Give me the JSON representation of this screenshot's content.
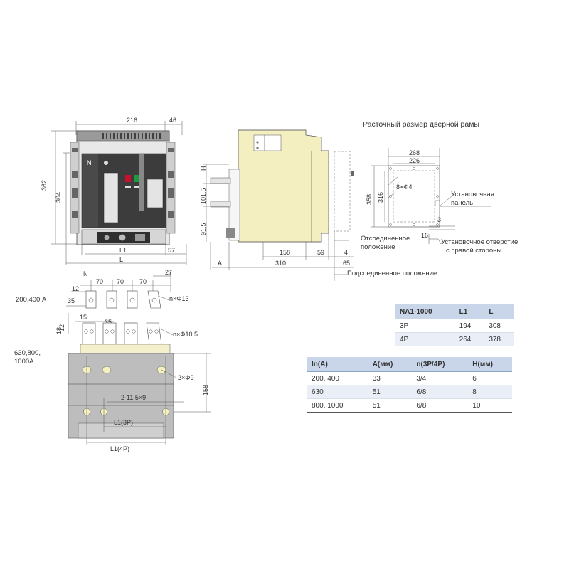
{
  "front_view": {
    "dim_216": "216",
    "dim_46": "46",
    "dim_362": "362",
    "dim_304": "304",
    "pole_label": "N",
    "dim_L1": "L1",
    "dim_57": "57",
    "dim_L": "L"
  },
  "side_view": {
    "dim_H": "H",
    "dim_101_5": "101.5",
    "dim_91_5": "91.5",
    "dim_158": "158",
    "dim_59": "59",
    "dim_4": "4",
    "dim_A": "A",
    "dim_310": "310",
    "dim_65": "65",
    "disconnected_line1": "Отсоединенное",
    "disconnected_line2": "положение",
    "connected": "Подсоединенное положение"
  },
  "door_frame": {
    "title": "Расточный размер дверной рамы",
    "dim_268": "268",
    "dim_226": "226",
    "dim_358": "358",
    "dim_316": "316",
    "holes": "8×Φ4",
    "dim_3": "3",
    "dim_16": "16",
    "panel_line1": "Установочная",
    "panel_line2": "панель",
    "hole_line1": "Установочное отверстие",
    "hole_line2": "с правой стороны"
  },
  "busbar_view": {
    "pole_label": "N",
    "dim_70a": "70",
    "dim_70b": "70",
    "dim_70c": "70",
    "dim_27": "27",
    "dim_12a": "12",
    "dim_35a": "35",
    "holes_13": "n×Φ13",
    "label_200_400": "200,400 А",
    "dim_15": "15",
    "dim_12b": "12",
    "dim_18": "18",
    "dim_35b": "35",
    "holes_10_5": "n×Φ10.5",
    "label_630_line1": "630,800,",
    "label_630_line2": "1000А",
    "holes_9": "2×Φ9",
    "slots": "2-11.5×9",
    "dim_158": "158",
    "dim_L1_3P": "L1(3P)",
    "dim_L1_4P": "L1(4P)"
  },
  "table_frame": {
    "headers": [
      "NA1-1000",
      "L1",
      "L"
    ],
    "rows": [
      [
        "3P",
        "194",
        "308"
      ],
      [
        "4P",
        "264",
        "378"
      ]
    ]
  },
  "table_current": {
    "headers": [
      "In(A)",
      "A(мм)",
      "n(3P/4P)",
      "H(мм)"
    ],
    "rows": [
      [
        "200,  400",
        "33",
        "3/4",
        "6"
      ],
      [
        "630",
        "51",
        "6/8",
        "8"
      ],
      [
        "800,  1000",
        "51",
        "6/8",
        "10"
      ]
    ]
  }
}
